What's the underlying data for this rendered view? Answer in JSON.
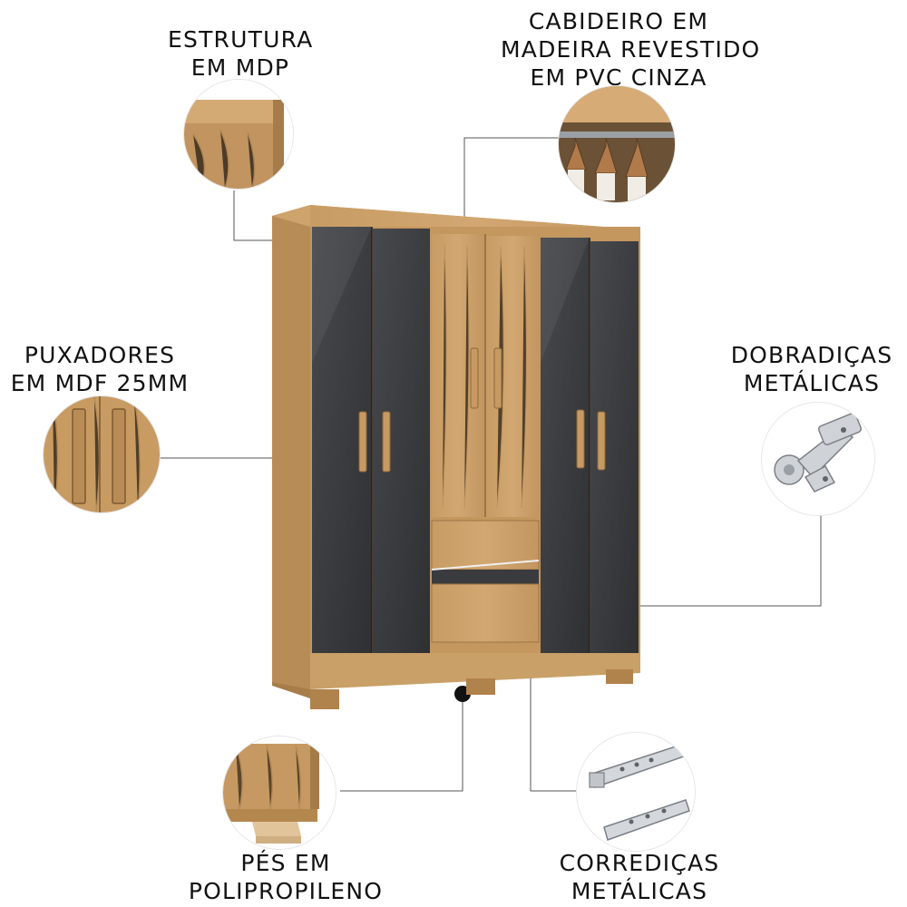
{
  "features": {
    "estrutura": {
      "line1": "ESTRUTURA",
      "line2": "EM MDP",
      "icon": "wood-corner-icon"
    },
    "cabideiro": {
      "line1": "CABIDEIRO EM",
      "line2": "MADEIRA REVESTIDO",
      "line3": "EM PVC CINZA",
      "icon": "hanger-rail-icon"
    },
    "puxadores": {
      "line1": "PUXADORES",
      "line2": "EM MDF 25MM",
      "icon": "handles-icon"
    },
    "dobradicas": {
      "line1": "DOBRADIÇAS",
      "line2": "METÁLICAS",
      "icon": "hinge-icon"
    },
    "pes": {
      "line1": "PÉS EM",
      "line2": "POLIPROPILENO",
      "icon": "foot-icon"
    },
    "corredicas": {
      "line1": "CORREDIÇAS",
      "line2": "METÁLICAS",
      "icon": "drawer-slide-icon"
    }
  },
  "colors": {
    "wood": "#c69a62",
    "wood_dark": "#a8804d",
    "door_dark": "#3b3c3f",
    "door_darker": "#2d2e31",
    "line": "#555555",
    "marker": "#111111"
  }
}
